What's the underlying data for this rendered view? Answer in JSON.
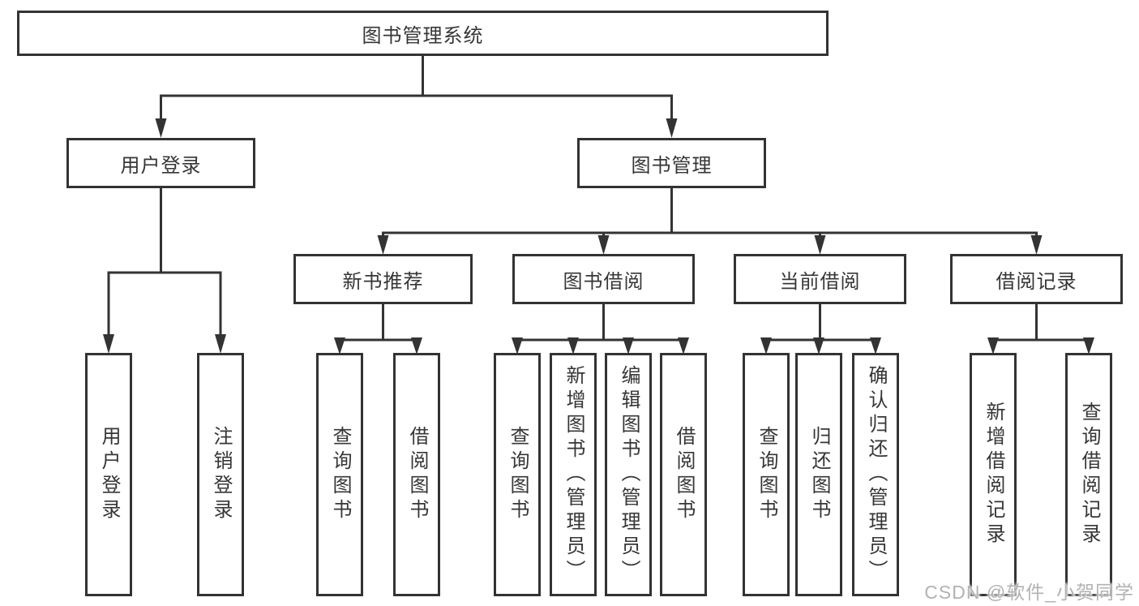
{
  "colors": {
    "line": "#333333",
    "node_border": "#333333",
    "text": "#363636",
    "watermark": "#b2b2b2",
    "background": "#ffffff"
  },
  "tree": {
    "root": {
      "label": "图书管理系统"
    },
    "branches": [
      {
        "label": "用户登录",
        "children": [
          "用户登录",
          "注销登录"
        ]
      },
      {
        "label": "图书管理",
        "groups": [
          {
            "label": "新书推荐",
            "children": [
              "查询图书",
              "借阅图书"
            ]
          },
          {
            "label": "图书借阅",
            "children": [
              "查询图书",
              "新增图书（管理员）",
              "编辑图书（管理员）",
              "借阅图书"
            ]
          },
          {
            "label": "当前借阅",
            "children": [
              "查询图书",
              "归还图书",
              "确认归还（管理员）"
            ]
          },
          {
            "label": "借阅记录",
            "children": [
              "新增借阅记录",
              "查询借阅记录"
            ]
          }
        ]
      }
    ]
  },
  "watermark": {
    "text": "CSDN @软件_小贺同学"
  }
}
